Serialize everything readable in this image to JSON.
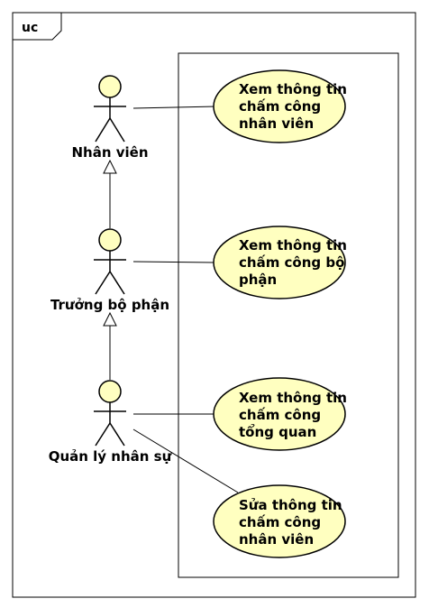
{
  "frame": {
    "label": "uc"
  },
  "colors": {
    "usecase_fill": "#ffffc0",
    "actor_head_fill": "#ffffc0",
    "line": "#000000"
  },
  "actors": [
    {
      "id": "nhan-vien",
      "name": "Nhân viên"
    },
    {
      "id": "truong-bo-phan",
      "name": "Trưởng bộ phận"
    },
    {
      "id": "quan-ly-nhan-su",
      "name": "Quản lý nhân sự"
    }
  ],
  "use_cases": [
    {
      "id": "uc1",
      "lines": [
        "Xem thông tin",
        "chấm công",
        "nhân viên"
      ]
    },
    {
      "id": "uc2",
      "lines": [
        "Xem thông tin",
        "chấm công bộ",
        "phận"
      ]
    },
    {
      "id": "uc3",
      "lines": [
        "Xem thông tin",
        "chấm công",
        "tổng quan"
      ]
    },
    {
      "id": "uc4",
      "lines": [
        "Sửa thông tin",
        "chấm công",
        "nhân viên"
      ]
    }
  ],
  "associations": [
    {
      "actor": "nhan-vien",
      "use_case": "uc1"
    },
    {
      "actor": "truong-bo-phan",
      "use_case": "uc2"
    },
    {
      "actor": "quan-ly-nhan-su",
      "use_case": "uc3"
    },
    {
      "actor": "quan-ly-nhan-su",
      "use_case": "uc4"
    }
  ],
  "generalizations": [
    {
      "child": "truong-bo-phan",
      "parent": "nhan-vien"
    },
    {
      "child": "quan-ly-nhan-su",
      "parent": "truong-bo-phan"
    }
  ]
}
